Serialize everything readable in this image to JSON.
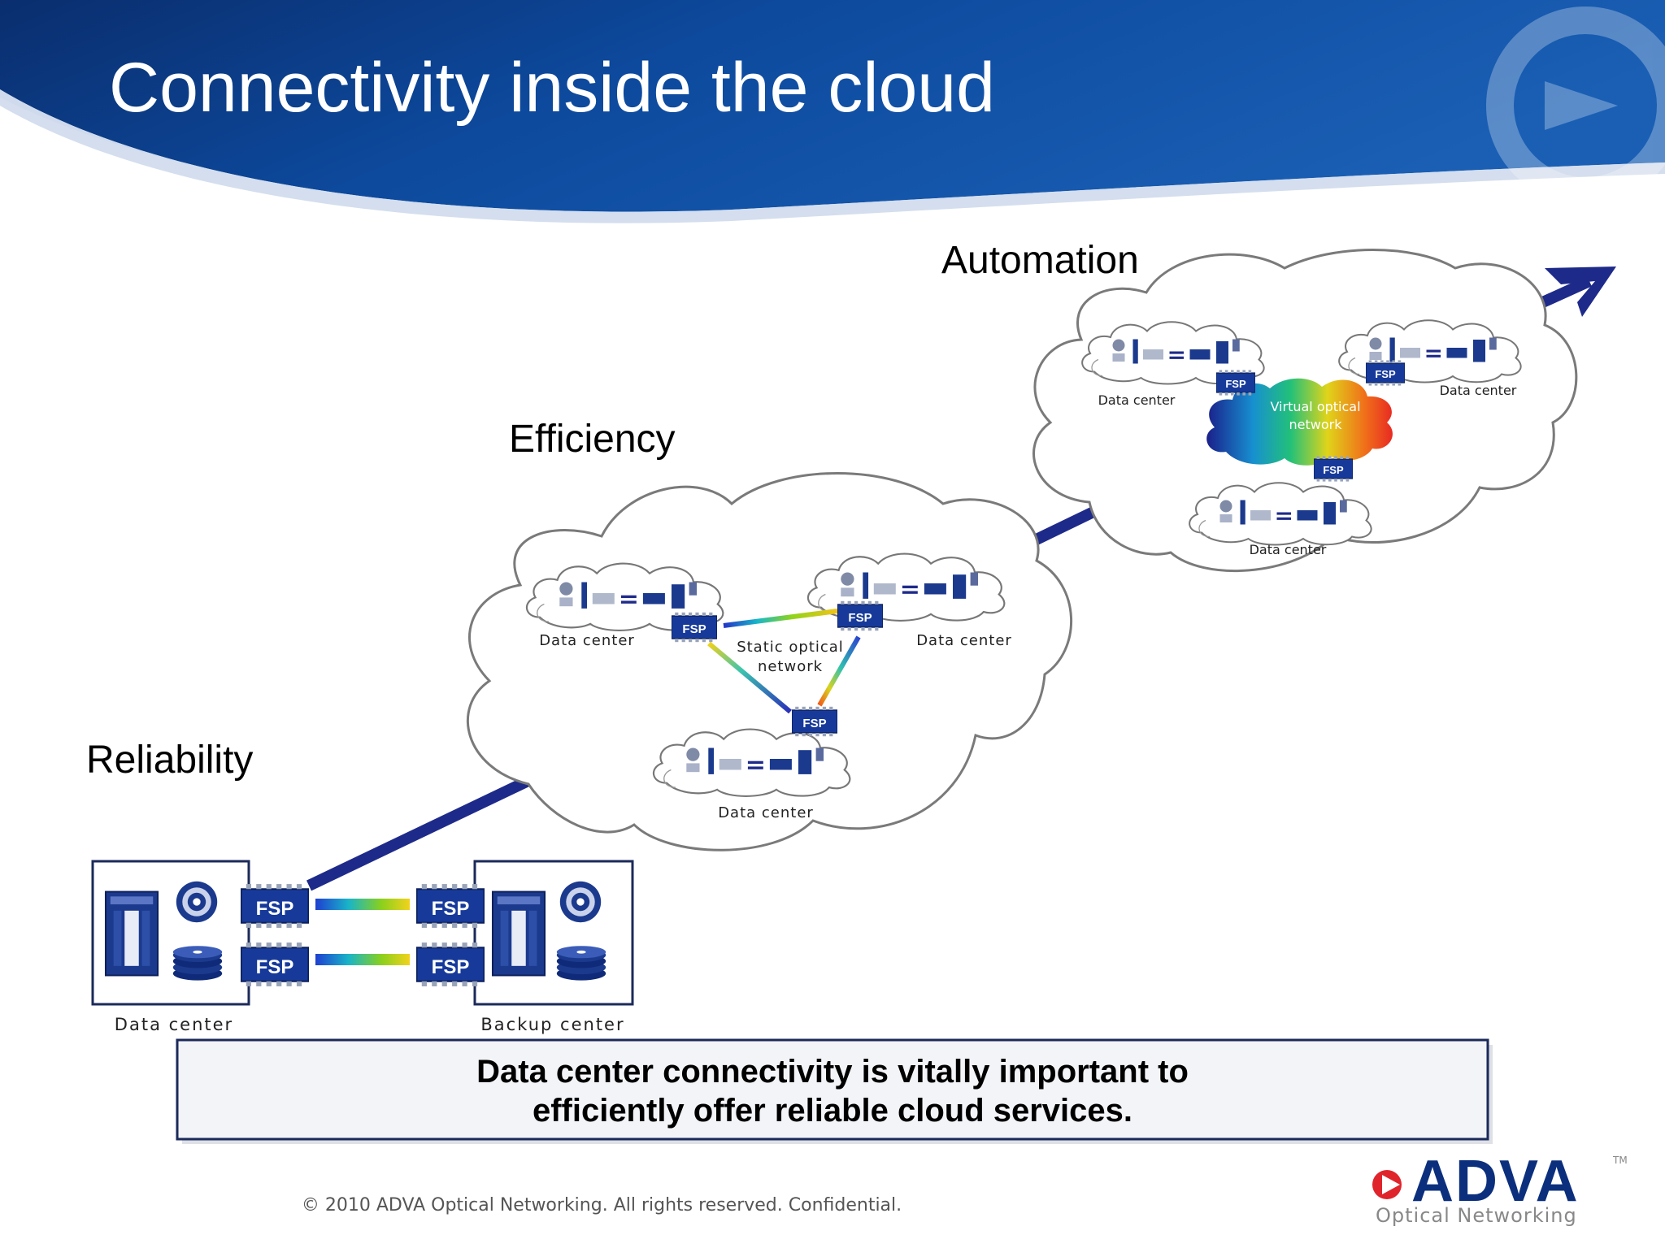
{
  "slide": {
    "title": "Connectivity inside the cloud",
    "stages": {
      "reliability": "Reliability",
      "efficiency": "Efficiency",
      "automation": "Automation"
    },
    "reliability_diagram": {
      "left_site": "Data center",
      "right_site": "Backup center",
      "device_label": "FSP"
    },
    "efficiency_diagram": {
      "site_top_left": "Data center",
      "site_top_right": "Data center",
      "site_bottom": "Data center",
      "network_line1": "Static optical",
      "network_line2": "network",
      "device_label": "FSP"
    },
    "automation_diagram": {
      "site_top_left": "Data center",
      "site_top_right": "Data center",
      "site_bottom": "Data center",
      "network_line1": "Virtual optical",
      "network_line2": "network",
      "device_label": "FSP"
    },
    "callout": {
      "line1": "Data center connectivity is vitally important to",
      "line2": "efficiently offer reliable cloud services."
    },
    "footer": "© 2010 ADVA Optical Networking. All rights reserved. Confidential.",
    "logo": {
      "name": "ADVA",
      "tm": "TM",
      "subtitle": "Optical Networking"
    }
  },
  "colors": {
    "header_blue": "#0a3d8f",
    "arrow_navy": "#1e2a8a",
    "fsp_blue": "#173a9a",
    "logo_red": "#e0242b"
  }
}
